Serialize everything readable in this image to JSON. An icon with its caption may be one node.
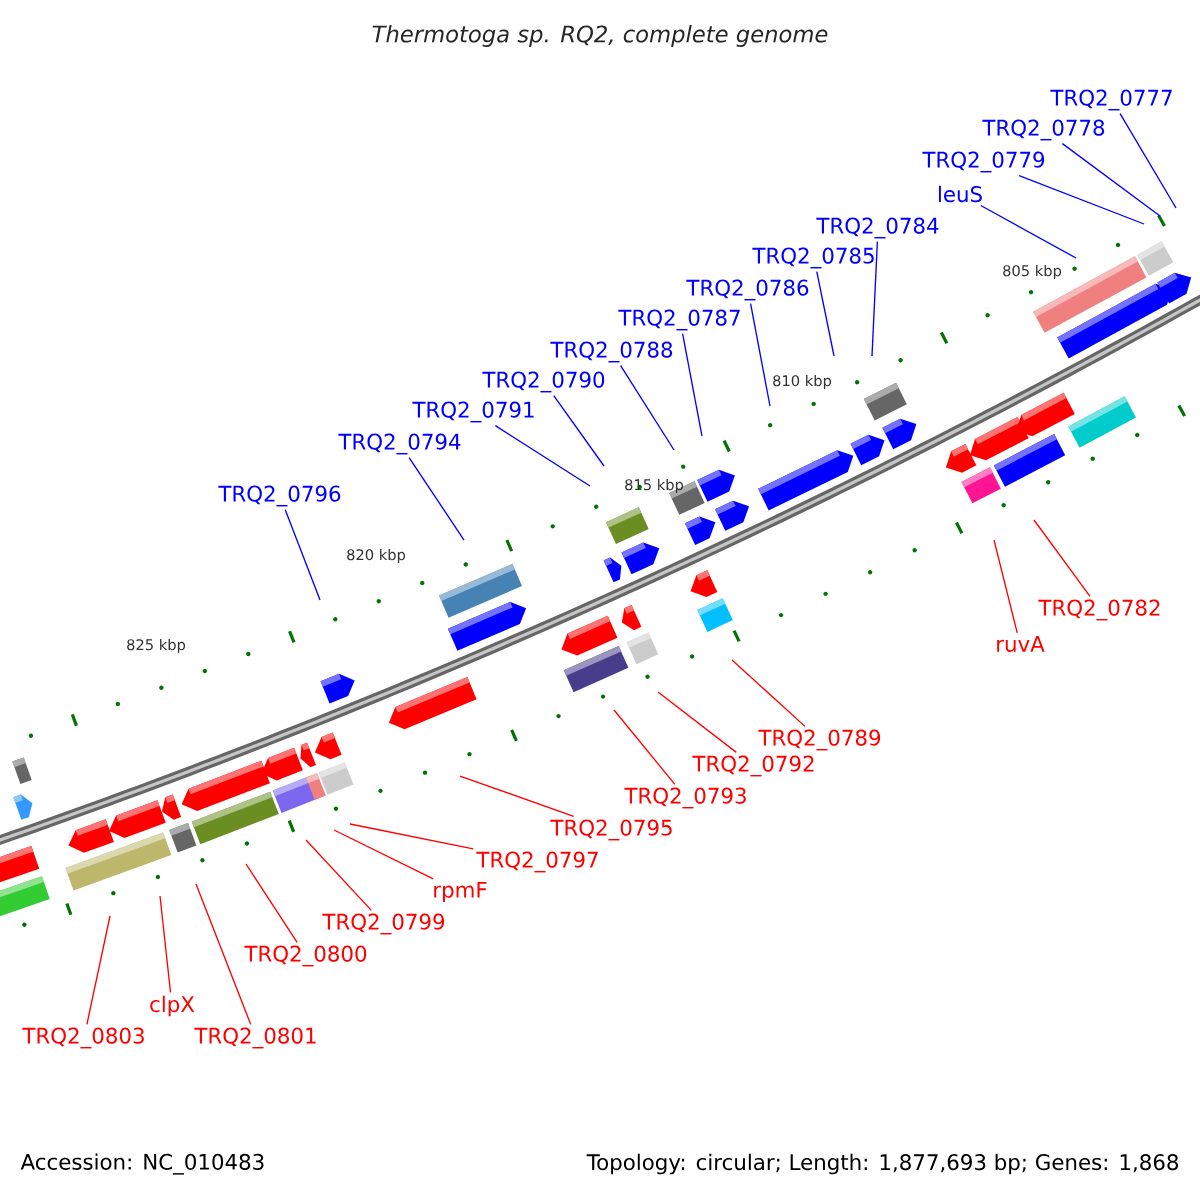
{
  "diagram": {
    "title": "Thermotoga sp. RQ2, complete genome",
    "nodes": [
      {
        "text": [
          "TRQ2_0777"
        ]
      },
      {
        "text": [
          "TRQ2_0778"
        ]
      },
      {
        "text": [
          "TRQ2_0779"
        ]
      },
      {
        "text": [
          "leuS"
        ]
      },
      {
        "text": [
          "TRQ2_0784"
        ]
      },
      {
        "text": [
          "TRQ2_0785"
        ]
      },
      {
        "text": [
          "TRQ2_0786"
        ]
      },
      {
        "text": [
          "TRQ2_0787"
        ]
      },
      {
        "text": [
          "TRQ2_0788"
        ]
      },
      {
        "text": [
          "TRQ2_0790"
        ]
      },
      {
        "text": [
          "TRQ2_0791"
        ]
      },
      {
        "text": [
          "TRQ2_0794"
        ]
      },
      {
        "text": [
          "TRQ2_0796"
        ]
      },
      {
        "text": [
          "TRQ2_0782"
        ]
      },
      {
        "text": [
          "ruvA"
        ]
      },
      {
        "text": [
          "TRQ2_0789"
        ]
      },
      {
        "text": [
          "TRQ2_0792"
        ]
      },
      {
        "text": [
          "TRQ2_0793"
        ]
      },
      {
        "text": [
          "TRQ2_0795"
        ]
      },
      {
        "text": [
          "TRQ2_0797"
        ]
      },
      {
        "text": [
          "rpmF"
        ]
      },
      {
        "text": [
          "TRQ2_0799"
        ]
      },
      {
        "text": [
          "TRQ2_0800"
        ]
      },
      {
        "text": [
          "clpX"
        ]
      },
      {
        "text": [
          "TRQ2_0803"
        ]
      },
      {
        "text": [
          "TRQ2_0801"
        ]
      }
    ],
    "edges": [
      {
        "from": 0,
        "to": null,
        "arrow": "none",
        "color": "#0000ff"
      },
      {
        "from": 1,
        "to": null,
        "arrow": "none",
        "color": "#0000ff"
      },
      {
        "from": 2,
        "to": null,
        "arrow": "none",
        "color": "#0000ff"
      },
      {
        "from": 3,
        "to": null,
        "arrow": "none",
        "color": "#0000ff"
      },
      {
        "from": 4,
        "to": null,
        "arrow": "none",
        "color": "#0000ff"
      },
      {
        "from": 5,
        "to": null,
        "arrow": "none",
        "color": "#0000ff"
      },
      {
        "from": 6,
        "to": null,
        "arrow": "none",
        "color": "#0000ff"
      },
      {
        "from": 7,
        "to": null,
        "arrow": "none",
        "color": "#0000ff"
      },
      {
        "from": 8,
        "to": null,
        "arrow": "none",
        "color": "#0000ff"
      },
      {
        "from": 9,
        "to": null,
        "arrow": "none",
        "color": "#0000ff"
      },
      {
        "from": 10,
        "to": null,
        "arrow": "none",
        "color": "#0000ff"
      },
      {
        "from": 11,
        "to": null,
        "arrow": "none",
        "color": "#0000ff"
      },
      {
        "from": 12,
        "to": null,
        "arrow": "none",
        "color": "#0000ff"
      },
      {
        "from": 13,
        "to": null,
        "arrow": "none",
        "color": "#ff0000"
      },
      {
        "from": 14,
        "to": null,
        "arrow": "none",
        "color": "#ff0000"
      },
      {
        "from": 15,
        "to": null,
        "arrow": "none",
        "color": "#ff0000"
      },
      {
        "from": 16,
        "to": null,
        "arrow": "none",
        "color": "#ff0000"
      },
      {
        "from": 17,
        "to": null,
        "arrow": "none",
        "color": "#ff0000"
      },
      {
        "from": 18,
        "to": null,
        "arrow": "none",
        "color": "#ff0000"
      },
      {
        "from": 19,
        "to": null,
        "arrow": "none",
        "color": "#ff0000"
      },
      {
        "from": 20,
        "to": null,
        "arrow": "none",
        "color": "#ff0000"
      },
      {
        "from": 21,
        "to": null,
        "arrow": "none",
        "color": "#ff0000"
      },
      {
        "from": 22,
        "to": null,
        "arrow": "none",
        "color": "#ff0000"
      },
      {
        "from": 23,
        "to": null,
        "arrow": "none",
        "color": "#ff0000"
      },
      {
        "from": 24,
        "to": null,
        "arrow": "none",
        "color": "#ff0000"
      },
      {
        "from": 25,
        "to": null,
        "arrow": "none",
        "color": "#ff0000"
      }
    ],
    "labels": [
      "805 kbp",
      "810 kbp",
      "815 kbp",
      "820 kbp",
      "825 kbp",
      "Accession: NC_010483",
      "Topology: circular; Length: 1,877,693 bp; Genes: 1,868"
    ]
  }
}
